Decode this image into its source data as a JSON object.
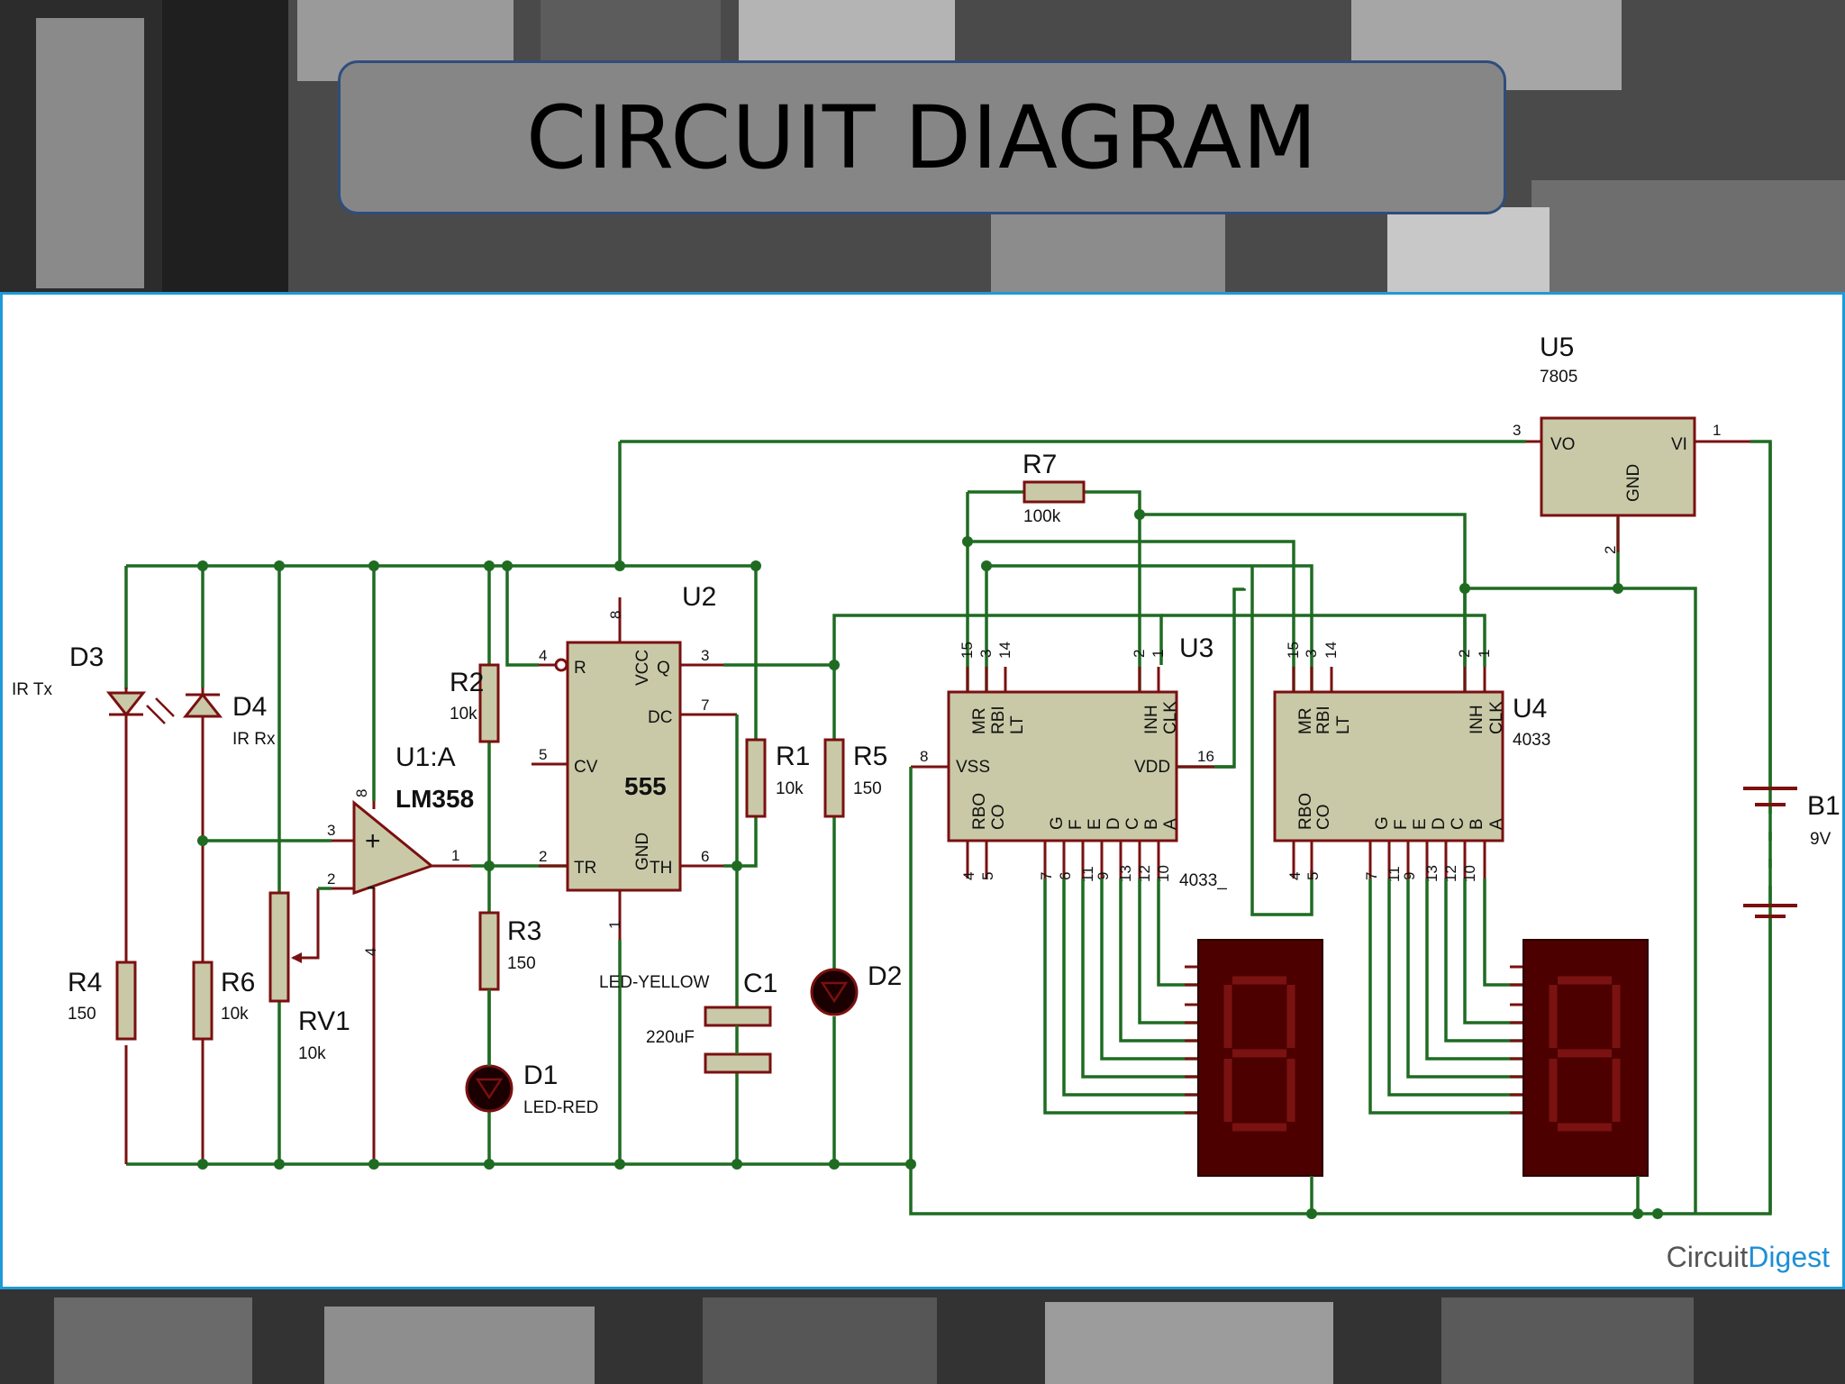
{
  "title": "CIRCUIT DIAGRAM",
  "watermark": {
    "part1": "Circuit",
    "part2": "Digest"
  },
  "components": {
    "d3": {
      "ref": "D3",
      "value": "IR Tx"
    },
    "d4": {
      "ref": "D4",
      "value": "IR Rx"
    },
    "r4": {
      "ref": "R4",
      "value": "150"
    },
    "r6": {
      "ref": "R6",
      "value": "10k"
    },
    "rv1": {
      "ref": "RV1",
      "value": "10k"
    },
    "u1": {
      "ref": "U1:A",
      "value": "LM358"
    },
    "r2": {
      "ref": "R2",
      "value": "10k"
    },
    "r3": {
      "ref": "R3",
      "value": "150"
    },
    "d1": {
      "ref": "D1",
      "value": "LED-RED"
    },
    "u2": {
      "ref": "U2",
      "value": "555"
    },
    "c1": {
      "ref": "C1",
      "value": "220uF"
    },
    "led_yellow": "LED-YELLOW",
    "r1": {
      "ref": "R1",
      "value": "10k"
    },
    "r5": {
      "ref": "R5",
      "value": "150"
    },
    "d2": {
      "ref": "D2"
    },
    "r7": {
      "ref": "R7",
      "value": "100k"
    },
    "u3": {
      "ref": "U3",
      "value": "4033_"
    },
    "u4": {
      "ref": "U4",
      "value": "4033"
    },
    "u5": {
      "ref": "U5",
      "value": "7805"
    },
    "b1": {
      "ref": "B1",
      "value": "9V"
    }
  },
  "ic_pins": {
    "u1": {
      "p3": "3",
      "p2": "2",
      "p1": "1",
      "p8": "8",
      "p4": "4",
      "plus": "+",
      "minus": "-"
    },
    "u2": {
      "p4": "4",
      "p5": "5",
      "p2": "2",
      "p8": "8",
      "p3": "3",
      "p7": "7",
      "p6": "6",
      "p1": "1",
      "R": "R",
      "CV": "CV",
      "TR": "TR",
      "VCC": "VCC",
      "Q": "Q",
      "DC": "DC",
      "TH": "TH",
      "GND": "GND"
    },
    "counter": {
      "top": [
        "15",
        "3",
        "14",
        "2",
        "1"
      ],
      "left": "8",
      "right": "16",
      "bottom_left": [
        "4",
        "5"
      ],
      "bottom": [
        "7",
        "6",
        "11",
        "9",
        "13",
        "12",
        "10"
      ],
      "names_top": [
        "MR",
        "RBI",
        "LT",
        "INH",
        "CLK"
      ],
      "VSS": "VSS",
      "VDD": "VDD",
      "names_bottom_left": [
        "RBO",
        "CO"
      ],
      "names_bottom": [
        "G",
        "F",
        "E",
        "D",
        "C",
        "B",
        "A"
      ]
    },
    "u5": {
      "p3": "3",
      "p1": "1",
      "p2": "2",
      "VO": "VO",
      "VI": "VI",
      "GND": "GND"
    }
  },
  "colors": {
    "wire": "#1f6b22",
    "component": "#7a1010",
    "ic_body": "#c9c9a8",
    "panel_border": "#1e9ad6",
    "title_box": "#868686"
  }
}
